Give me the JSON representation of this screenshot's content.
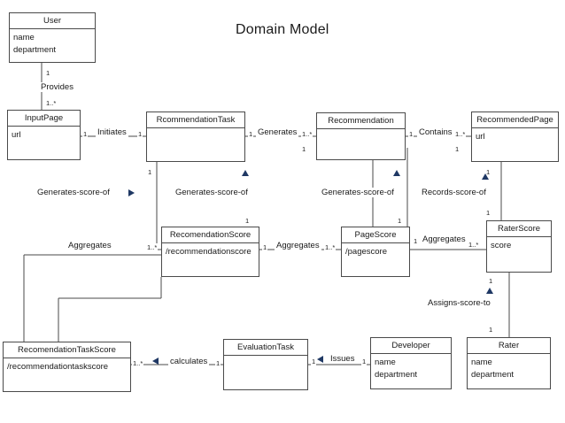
{
  "diagram": {
    "title": "Domain Model",
    "type": "uml-class-diagram",
    "line_color": "#4a4a4a",
    "marker_color": "#1f3864",
    "background": "#ffffff"
  },
  "classes": [
    {
      "id": "user",
      "name": "User",
      "attributes": [
        "name",
        "department"
      ]
    },
    {
      "id": "inputpage",
      "name": "InputPage",
      "attributes": [
        "url"
      ]
    },
    {
      "id": "rcommendationtask",
      "name": "RcommendationTask",
      "attributes": []
    },
    {
      "id": "recommendation",
      "name": "Recommendation",
      "attributes": []
    },
    {
      "id": "recommendedpage",
      "name": "RecommendedPage",
      "attributes": [
        "url"
      ]
    },
    {
      "id": "recomendationscore",
      "name": "RecomendationScore",
      "attributes": [
        "/recommendationscore"
      ]
    },
    {
      "id": "pagescore",
      "name": "PageScore",
      "attributes": [
        "/pagescore"
      ]
    },
    {
      "id": "raterscore",
      "name": "RaterScore",
      "attributes": [
        "score"
      ]
    },
    {
      "id": "recomendationtaskscore",
      "name": "RecomendationTaskScore",
      "attributes": [
        "/recommendationtaskscore"
      ]
    },
    {
      "id": "evaluationtask",
      "name": "EvaluationTask",
      "attributes": []
    },
    {
      "id": "developer",
      "name": "Developer",
      "attributes": [
        "name",
        "department"
      ]
    },
    {
      "id": "rater",
      "name": "Rater",
      "attributes": [
        "name",
        "department"
      ]
    }
  ],
  "associations": [
    {
      "id": "provides",
      "label": "Provides",
      "from": "user",
      "to": "inputpage",
      "from_mult": "1",
      "to_mult": "1..*",
      "marker": "none"
    },
    {
      "id": "initiates",
      "label": "Initiates",
      "from": "inputpage",
      "to": "rcommendationtask",
      "from_mult": "1",
      "to_mult": "1",
      "marker": "none"
    },
    {
      "id": "generates",
      "label": "Generates",
      "from": "rcommendationtask",
      "to": "recommendation",
      "from_mult": "1",
      "to_mult": "1..*",
      "marker": "none"
    },
    {
      "id": "contains",
      "label": "Contains",
      "from": "recommendation",
      "to": "recommendedpage",
      "from_mult": "1",
      "to_mult": "1..*",
      "marker": "none"
    },
    {
      "id": "gen-score-left",
      "label": "Generates-score-of",
      "from": "inputpage",
      "to": "recomendationtaskscore",
      "from_mult": "",
      "to_mult": "",
      "marker": "right"
    },
    {
      "id": "gen-score-task",
      "label": "Generates-score-of",
      "from": "rcommendationtask",
      "to": "recomendationscore",
      "from_mult": "1",
      "to_mult": "1",
      "marker": "up"
    },
    {
      "id": "gen-score-rec",
      "label": "Generates-score-of",
      "from": "recommendation",
      "to": "pagescore",
      "from_mult": "1",
      "to_mult": "1",
      "marker": "up"
    },
    {
      "id": "records-score-of",
      "label": "Records-score-of",
      "from": "recommendedpage",
      "to": "raterscore",
      "from_mult": "1",
      "to_mult": "1",
      "marker": "up"
    },
    {
      "id": "aggregates-left",
      "label": "Aggregates",
      "from": "recomendationtaskscore",
      "to": "recomendationscore",
      "from_mult": "",
      "to_mult": "1..*",
      "marker": "none"
    },
    {
      "id": "aggregates-mid",
      "label": "Aggregates",
      "from": "recomendationscore",
      "to": "pagescore",
      "from_mult": "1",
      "to_mult": "1..*",
      "marker": "none"
    },
    {
      "id": "aggregates-right",
      "label": "Aggregates",
      "from": "pagescore",
      "to": "raterscore",
      "from_mult": "1",
      "to_mult": "1..*",
      "marker": "none"
    },
    {
      "id": "assigns-score-to",
      "label": "Assigns-score-to",
      "from": "raterscore",
      "to": "rater",
      "from_mult": "1",
      "to_mult": "1",
      "marker": "up"
    },
    {
      "id": "calculates",
      "label": "calculates",
      "from": "recomendationtaskscore",
      "to": "evaluationtask",
      "from_mult": "1..*",
      "to_mult": "1",
      "marker": "left"
    },
    {
      "id": "issues",
      "label": "Issues",
      "from": "evaluationtask",
      "to": "developer",
      "from_mult": "1",
      "to_mult": "1",
      "marker": "left"
    }
  ]
}
